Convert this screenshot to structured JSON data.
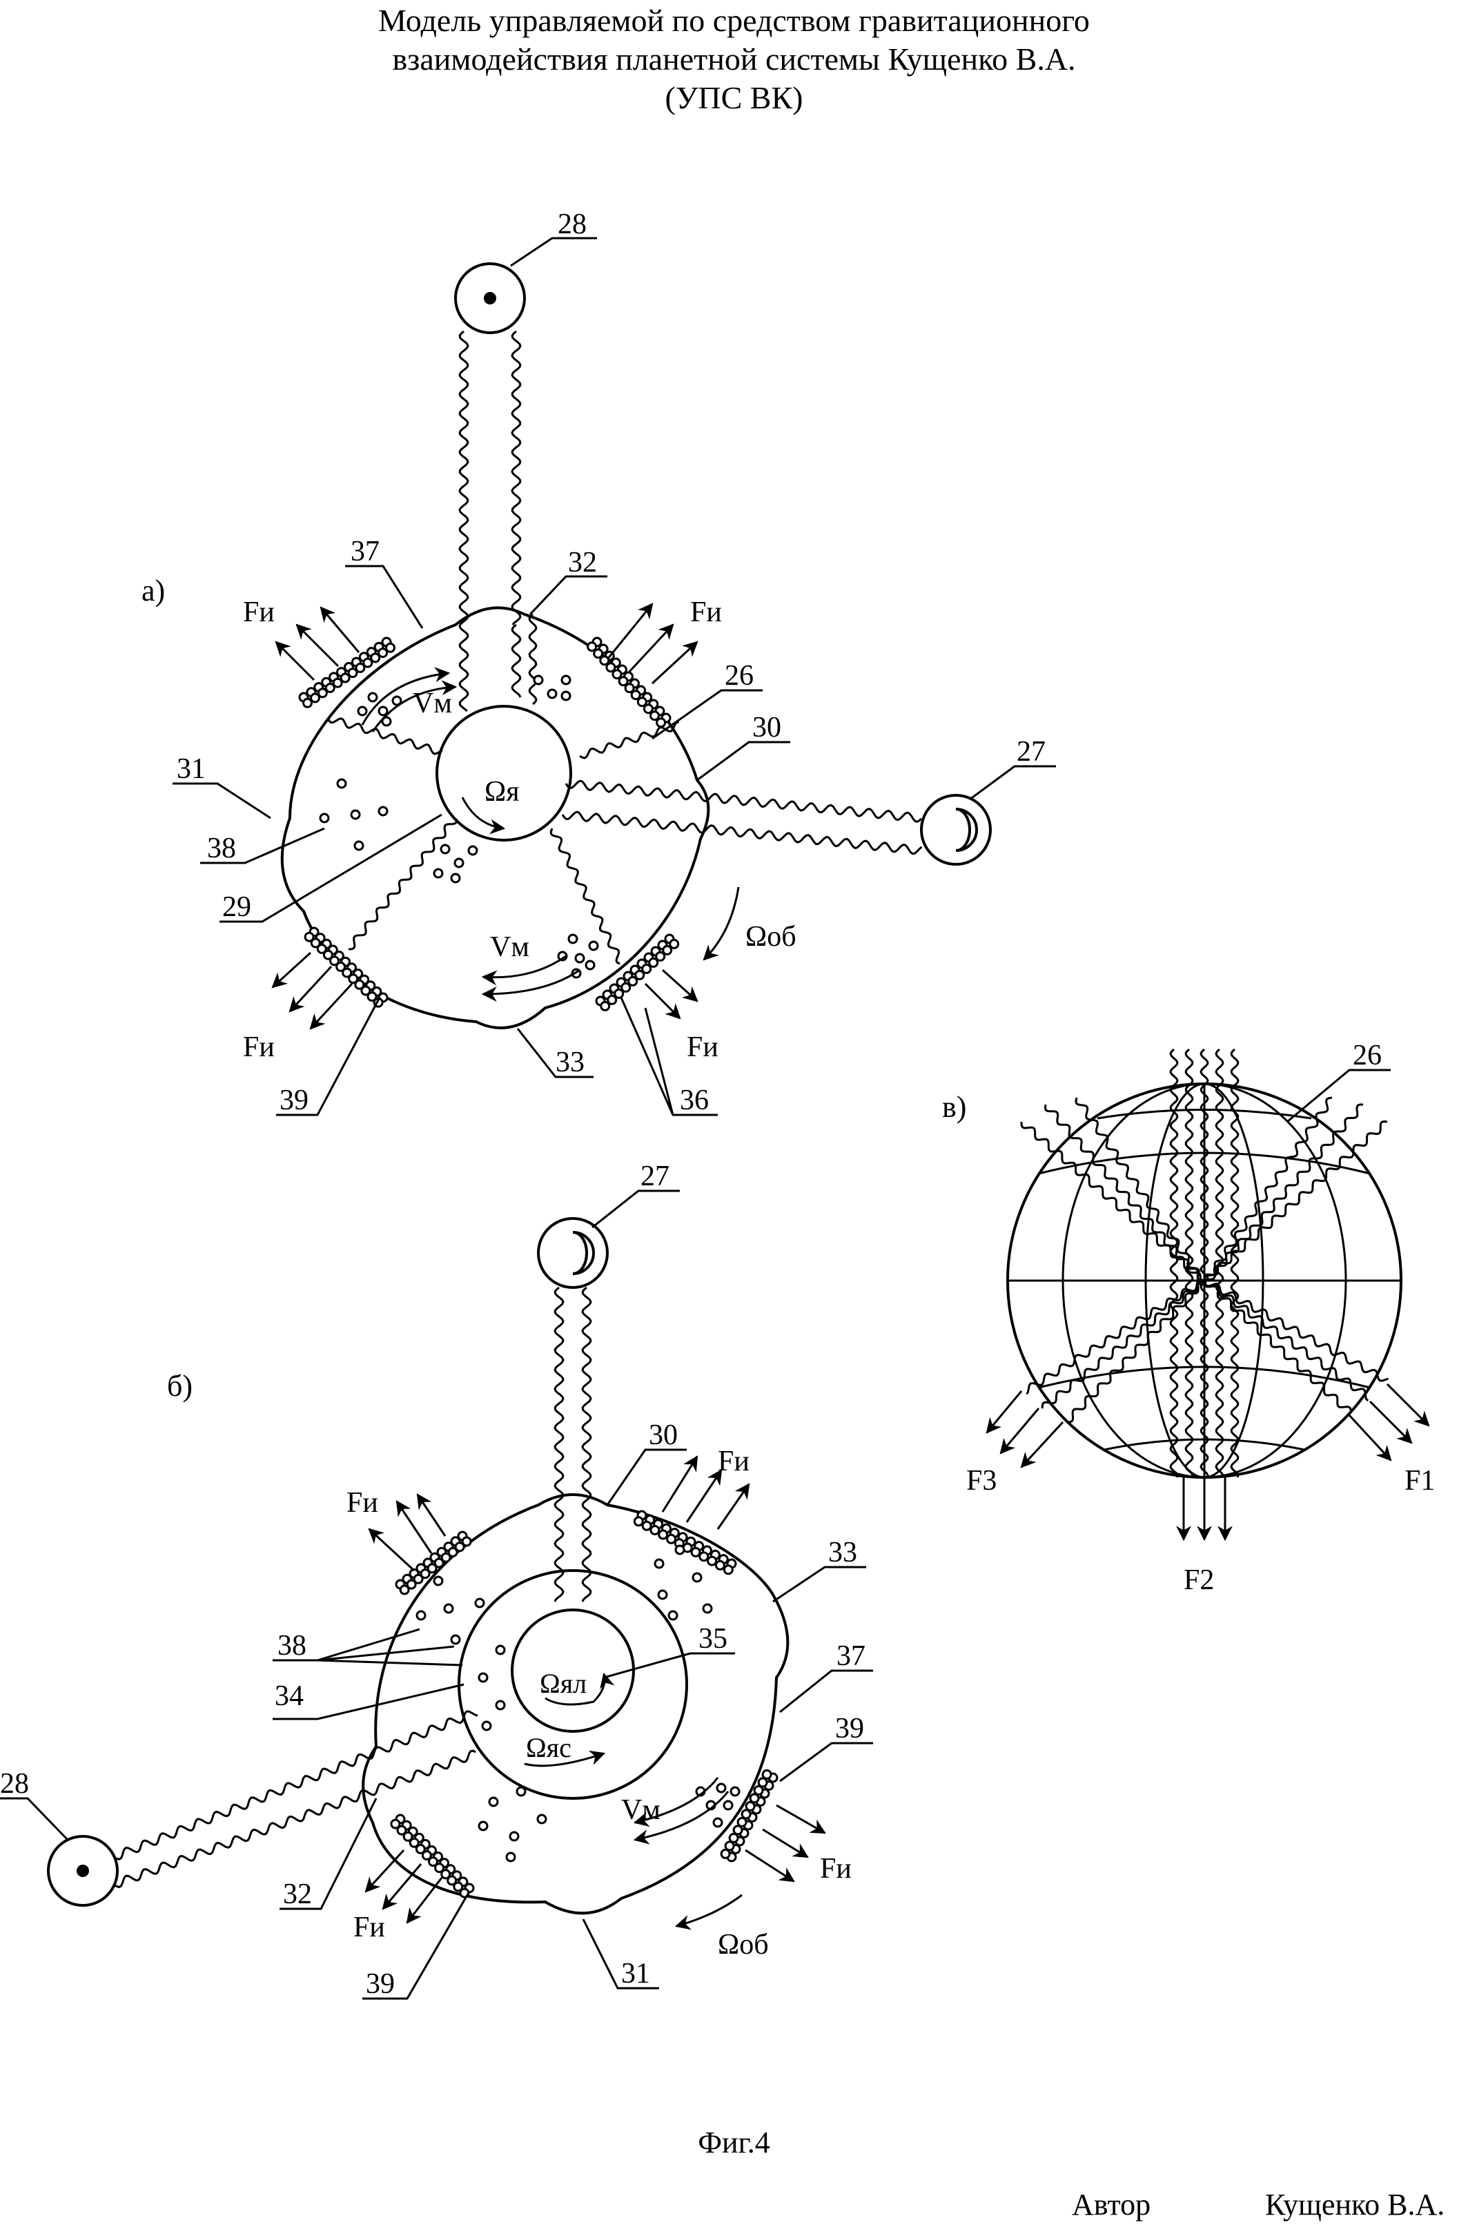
{
  "title": {
    "line1": "Модель управляемой по средством гравитационного",
    "line2": "взаимодействия планетной системы Кущенко В.А.",
    "line3": "(УПС ВК)"
  },
  "panels": {
    "a": "а)",
    "b": "б)",
    "v": "в)"
  },
  "labels": {
    "n26": "26",
    "n27": "27",
    "n28": "28",
    "n29": "29",
    "n30": "30",
    "n31": "31",
    "n32": "32",
    "n33": "33",
    "n34": "34",
    "n35": "35",
    "n36": "36",
    "n37": "37",
    "n38": "38",
    "n39": "39"
  },
  "symbols": {
    "fi": "Fи",
    "vm": "Vм",
    "omega_ya": "Ωя",
    "omega_ob": "Ωоб",
    "omega_yal": "Ωял",
    "omega_yas": "Ωяс",
    "f1": "F1",
    "f2": "F2",
    "f3": "F3"
  },
  "icons": {
    "sun": "sun-icon",
    "moon": "crescent-moon-icon"
  },
  "caption": "Фиг.4",
  "author": {
    "label": "Автор",
    "name": "Кущенко В.А."
  }
}
